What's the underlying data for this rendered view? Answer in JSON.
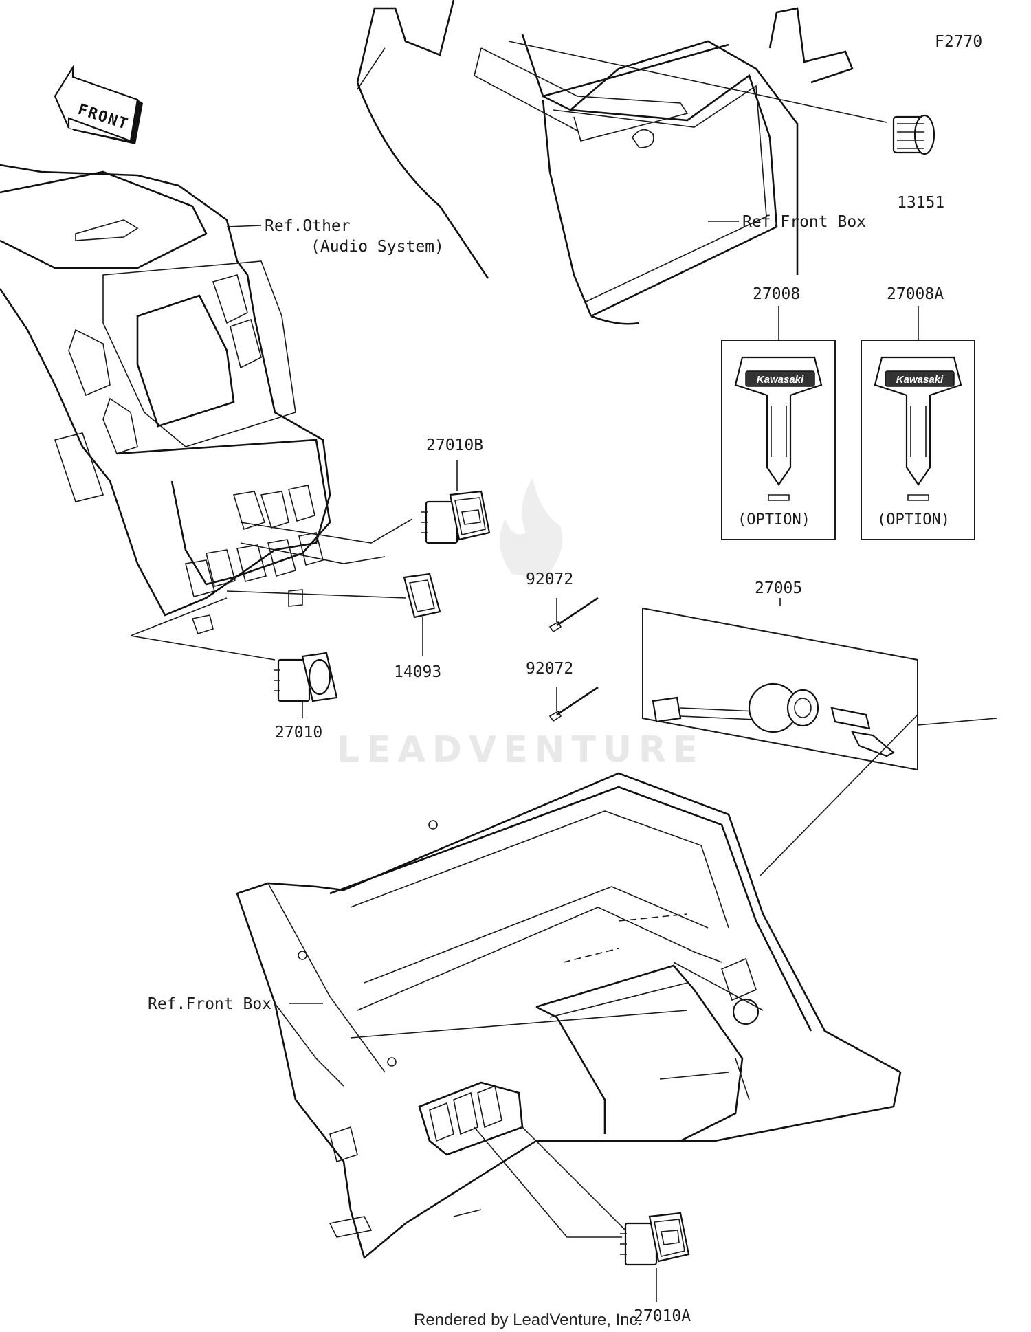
{
  "diagram_code": "F2770",
  "front_arrow": {
    "label": "FRONT"
  },
  "refs": {
    "audio_line1": "Ref.Other",
    "audio_line2": "(Audio System)",
    "front_box_top": "Ref.Front Box",
    "front_box_bottom": "Ref.Front Box"
  },
  "parts": [
    {
      "number": "13151"
    },
    {
      "number": "27008"
    },
    {
      "number": "27008A"
    },
    {
      "number": "27010B"
    },
    {
      "number": "14093"
    },
    {
      "number": "92072"
    },
    {
      "number": "92072"
    },
    {
      "number": "27005"
    },
    {
      "number": "27010"
    },
    {
      "number": "27010A"
    }
  ],
  "key_tags": {
    "brand": "Kawasaki",
    "option_label": "(OPTION)"
  },
  "watermark": "LEADVENTURE",
  "footer": "Rendered by LeadVenture, Inc."
}
